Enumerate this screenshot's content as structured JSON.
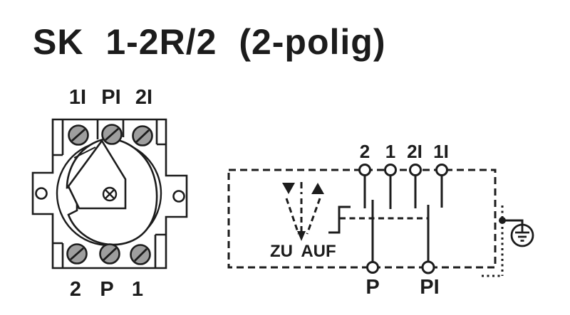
{
  "title": "SK 1-2R/2 (2-polig)",
  "connector_front_view": {
    "top_terminal_labels": [
      "1I",
      "PI",
      "2I"
    ],
    "bottom_terminal_labels": [
      "2",
      "P",
      "1"
    ]
  },
  "circuit_schematic": {
    "top_terminal_labels": [
      "2",
      "1",
      "2I",
      "1I"
    ],
    "bottom_terminal_labels": [
      "P",
      "PI"
    ],
    "rotation_labels": {
      "close": "ZU",
      "open": "AUF"
    }
  },
  "colors": {
    "line": "#1c1c1c",
    "screw_fill": "#9e9e9e",
    "background": "#ffffff"
  }
}
